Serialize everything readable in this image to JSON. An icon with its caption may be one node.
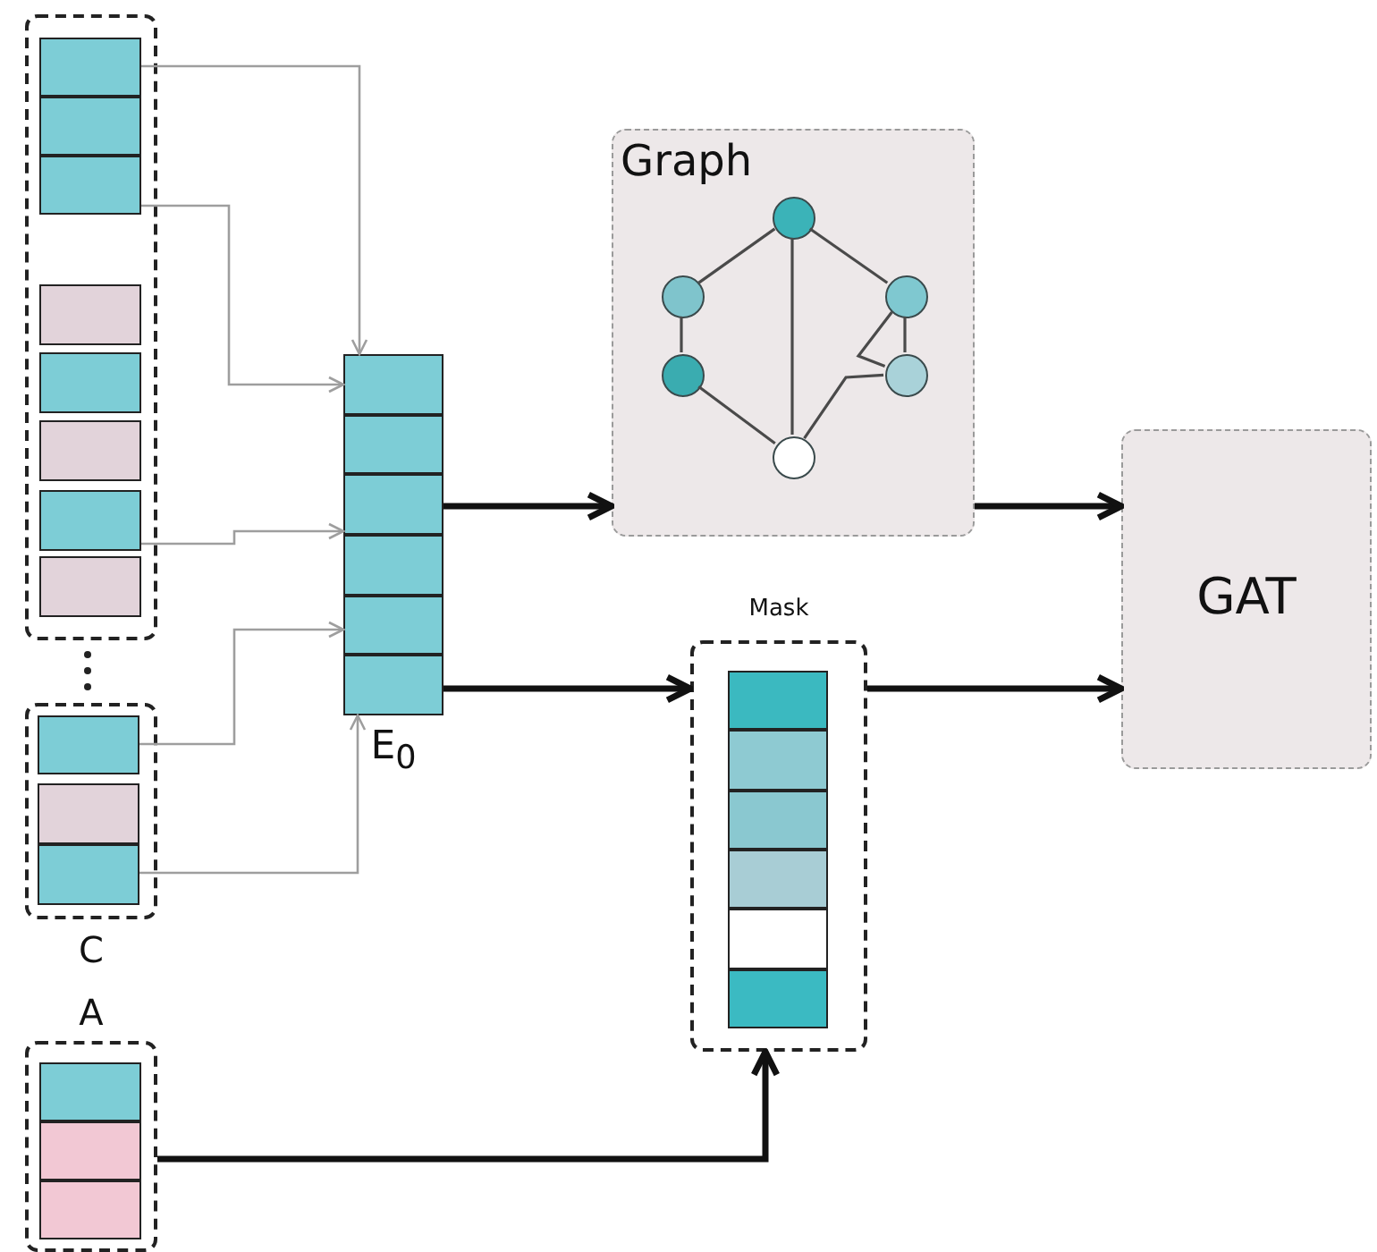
{
  "diagram": {
    "nodes": [
      {
        "text": [],
        "shape": "box"
      },
      {
        "text": [],
        "shape": "box",
        "in": 0
      },
      {
        "text": [],
        "shape": "box",
        "in": 0
      },
      {
        "text": [],
        "shape": "box",
        "in": 0
      },
      {
        "text": [],
        "shape": "box",
        "in": 0
      },
      {
        "text": [],
        "shape": "box",
        "in": 0
      },
      {
        "text": [],
        "shape": "box",
        "in": 0
      },
      {
        "text": [],
        "shape": "box",
        "in": 0
      },
      {
        "text": [],
        "shape": "box",
        "in": 0
      },
      {
        "text": [
          "C"
        ]
      },
      {
        "text": [],
        "shape": "box",
        "in": 9
      },
      {
        "text": [],
        "shape": "box",
        "in": 9
      },
      {
        "text": [],
        "shape": "box",
        "in": 9
      },
      {
        "text": [
          "A"
        ]
      },
      {
        "text": [],
        "shape": "box",
        "in": 13
      },
      {
        "text": [],
        "shape": "box",
        "in": 13
      },
      {
        "text": [],
        "shape": "box",
        "in": 13
      },
      {
        "text": [
          "E$_{0}$"
        ]
      },
      {
        "text": [],
        "shape": "box",
        "in": 17
      },
      {
        "text": [],
        "shape": "box",
        "in": 17
      },
      {
        "text": [],
        "shape": "box",
        "in": 17
      },
      {
        "text": [],
        "shape": "box",
        "in": 17
      },
      {
        "text": [],
        "shape": "box",
        "in": 17
      },
      {
        "text": [],
        "shape": "box",
        "in": 17
      },
      {
        "text": [
          "Graph"
        ]
      },
      {
        "text": [],
        "shape": "circle",
        "in": 24
      },
      {
        "text": [],
        "shape": "circle",
        "in": 24
      },
      {
        "text": [],
        "shape": "circle",
        "in": 24
      },
      {
        "text": [],
        "shape": "circle",
        "in": 24
      },
      {
        "text": [],
        "shape": "circle",
        "in": 24
      },
      {
        "text": [],
        "shape": "circle",
        "in": 24
      },
      {
        "text": [
          "Mask"
        ]
      },
      {
        "text": [],
        "shape": "box",
        "in": 31
      },
      {
        "text": [],
        "shape": "box",
        "in": 31
      },
      {
        "text": [],
        "shape": "box",
        "in": 31
      },
      {
        "text": [],
        "shape": "box",
        "in": 31
      },
      {
        "text": [],
        "shape": "box",
        "in": 31
      },
      {
        "text": [],
        "shape": "box",
        "in": 31
      },
      {
        "text": [
          "GAT"
        ]
      }
    ],
    "edges": [
      {
        "from": 1,
        "to": 18,
        "arrow": "to",
        "color": "#9e9e9e"
      },
      {
        "from": 3,
        "to": 18,
        "arrow": "to",
        "color": "#9e9e9e"
      },
      {
        "from": 7,
        "to": 20,
        "arrow": "to",
        "color": "#9e9e9e"
      },
      {
        "from": 10,
        "to": 22,
        "arrow": "to",
        "color": "#9e9e9e"
      },
      {
        "from": 12,
        "to": 23,
        "arrow": "to",
        "color": "#9e9e9e"
      },
      {
        "from": 17,
        "to": 24,
        "arrow": "to",
        "style": "thick"
      },
      {
        "from": 17,
        "to": 31,
        "arrow": "to",
        "style": "thick"
      },
      {
        "from": 24,
        "to": 38,
        "arrow": "to",
        "style": "thick"
      },
      {
        "from": 31,
        "to": 38,
        "arrow": "to",
        "style": "thick"
      },
      {
        "from": 13,
        "to": 31,
        "arrow": "to",
        "style": "thick"
      },
      {
        "from": 25,
        "to": 26,
        "arrow": "none"
      },
      {
        "from": 25,
        "to": 28,
        "arrow": "none"
      },
      {
        "from": 25,
        "to": 30,
        "arrow": "none"
      },
      {
        "from": 26,
        "to": 27,
        "arrow": "none"
      },
      {
        "from": 27,
        "to": 30,
        "arrow": "none"
      },
      {
        "from": 28,
        "to": 29,
        "arrow": "none"
      },
      {
        "from": 28,
        "to": 29,
        "arrow": "none"
      },
      {
        "from": 30,
        "to": 29,
        "arrow": "none"
      }
    ]
  }
}
